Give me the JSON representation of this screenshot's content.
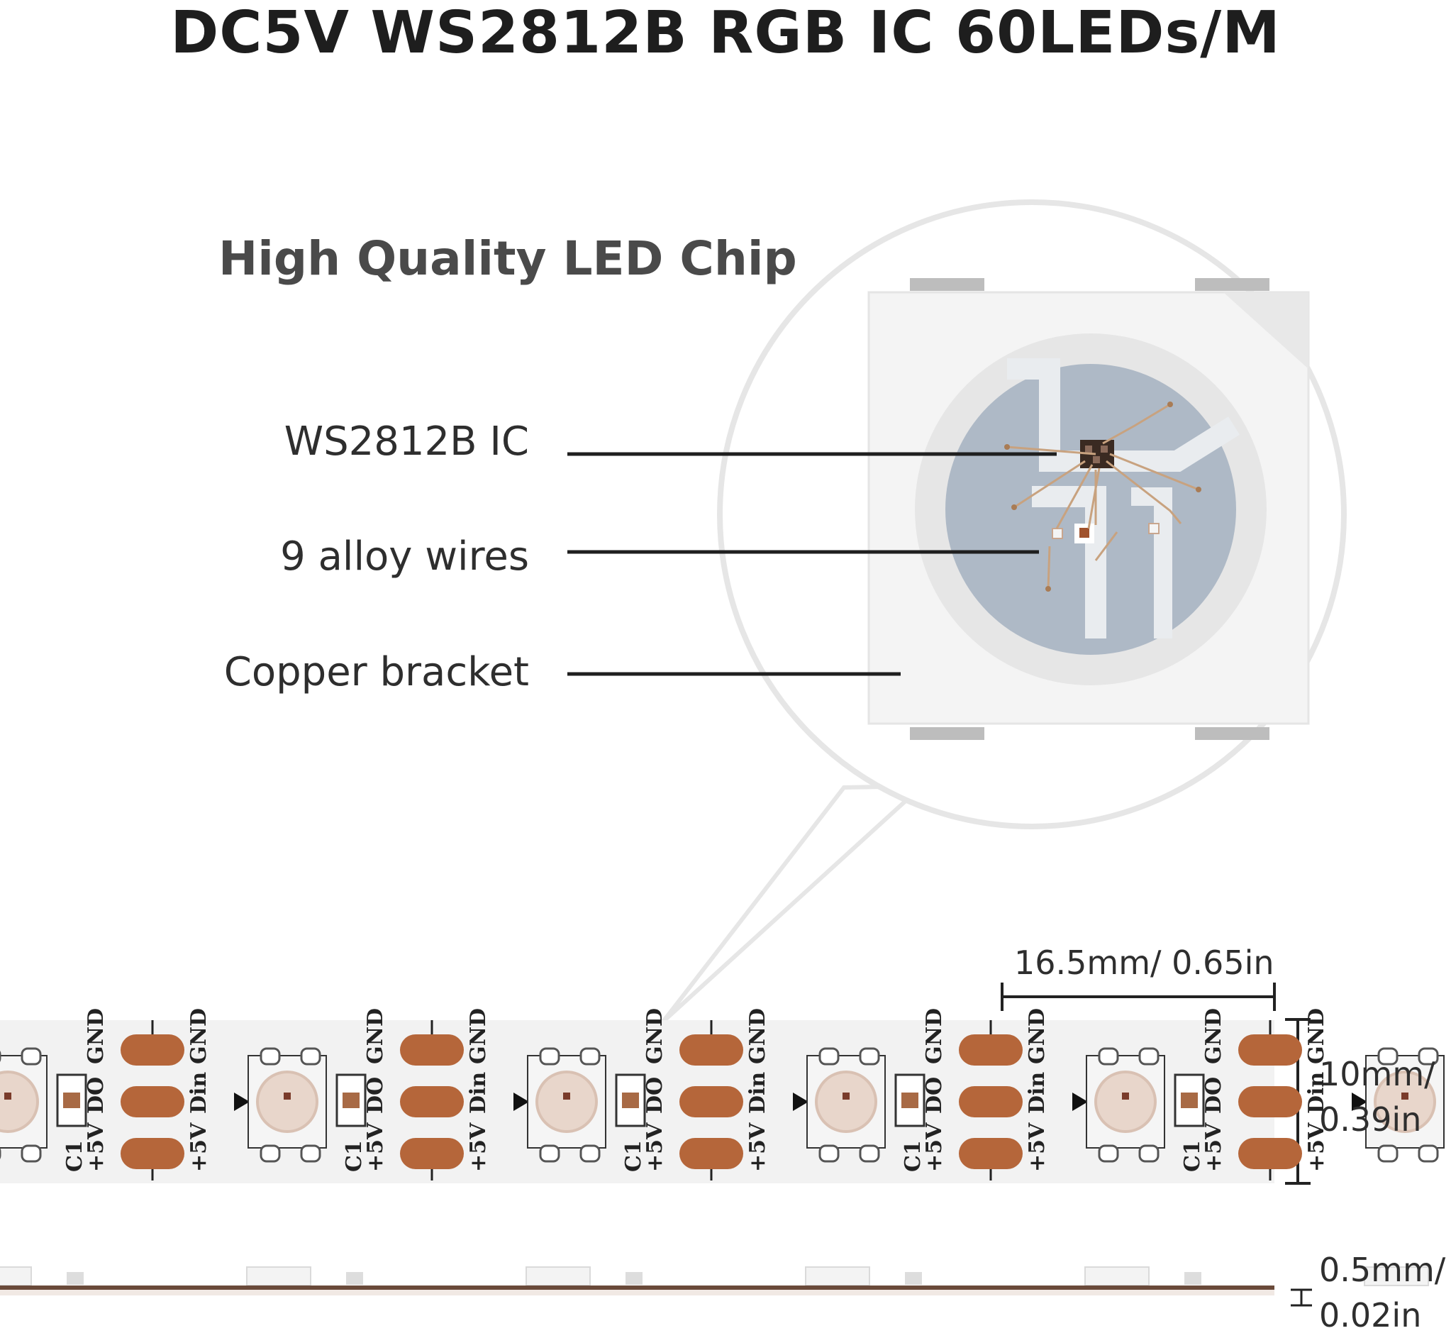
{
  "title": "DC5V WS2812B RGB IC 60LEDs/M",
  "subtitle": "High Quality LED Chip",
  "callouts": {
    "ic": "WS2812B IC",
    "wires": "9 alloy wires",
    "bracket": "Copper bracket"
  },
  "dimensions": {
    "pitch": "16.5mm/ 0.65in",
    "width_line1": "10mm/",
    "width_line2": "0.39in",
    "thickness_line1": "0.5mm/",
    "thickness_line2": "0.02in"
  },
  "strip_labels": {
    "gnd": "GND",
    "do": "DO",
    "din": "Din",
    "plus5v": "+5V",
    "c1": "C1"
  },
  "colors": {
    "pad": "#b5663a",
    "strip": "#f2f2f2",
    "chip_blue": "#aeb9c6",
    "die": "#3a2a22",
    "lens_ring": "#e3e3e3"
  }
}
